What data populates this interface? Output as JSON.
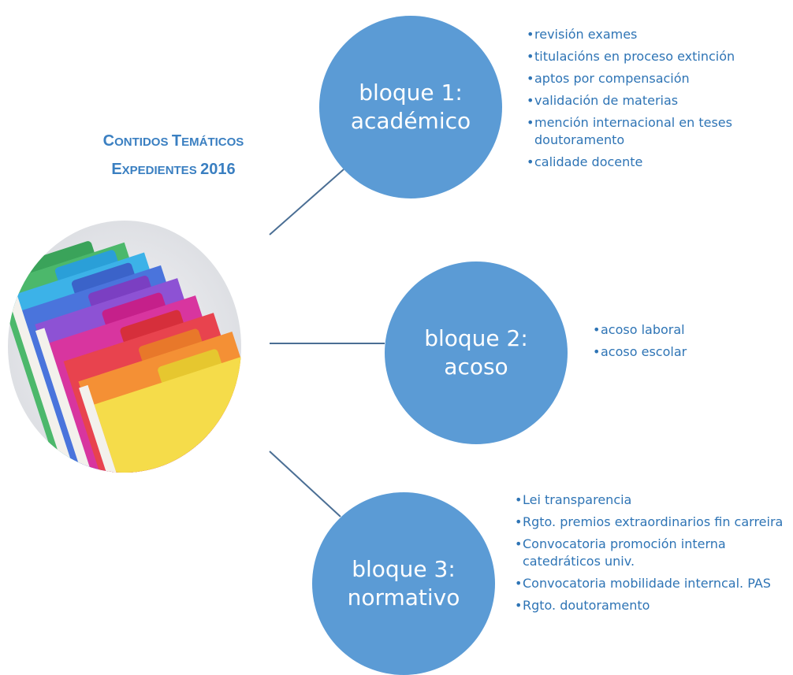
{
  "title": {
    "line1_initial": "C",
    "line1_rest": "ontidos",
    "line1_initial2": "T",
    "line1_rest2": "emáticos",
    "line2_initial": "E",
    "line2_rest": "xpedientes",
    "line2_year": "2016"
  },
  "colors": {
    "node_fill": "#5b9bd5",
    "text_blue": "#2e74b5",
    "title_blue": "#3a7fc1",
    "connector": "#4a6e94"
  },
  "blocks": [
    {
      "label": "bloque 1:\nacadémico",
      "items": [
        "revisión exames",
        "titulacións en proceso extinción",
        "aptos por compensación",
        "validación de materias",
        " mención internacional en teses doutoramento",
        "calidade docente"
      ]
    },
    {
      "label": "bloque 2:\nacoso",
      "items": [
        "acoso laboral",
        "acoso escolar"
      ]
    },
    {
      "label": "bloque 3:\nnormativo",
      "items": [
        "Lei transparencia",
        "Rgto. premios extraordinarios fin carreira",
        "Convocatoria promoción interna catedráticos univ.",
        "Convocatoria mobilidade interncal. PAS",
        "Rgto. doutoramento"
      ]
    }
  ]
}
